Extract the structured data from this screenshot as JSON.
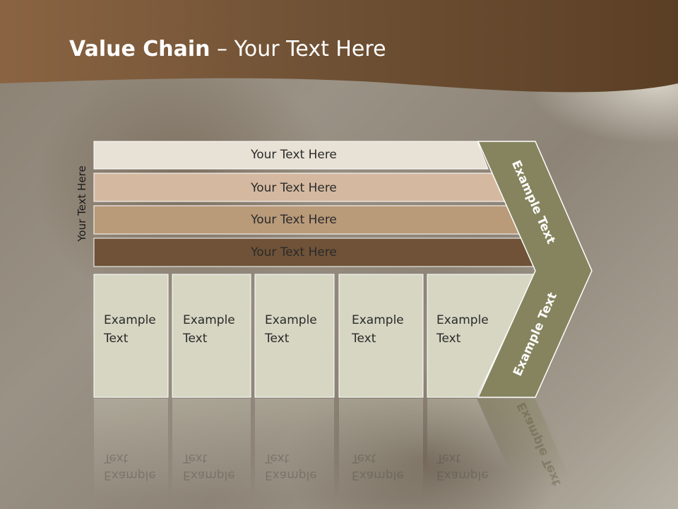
{
  "title": {
    "bold": "Value Chain",
    "rest": " – Your Text Here"
  },
  "side_label": "Your Text Here",
  "rows": [
    {
      "label": "Your Text Here",
      "color": "#e8e1d5"
    },
    {
      "label": "Your Text Here",
      "color": "#d4b9a0"
    },
    {
      "label": "Your Text Here",
      "color": "#b99a79"
    },
    {
      "label": "Your Text Here",
      "color": "#6f5237"
    }
  ],
  "boxes": [
    {
      "line1": "Example",
      "line2": "Text"
    },
    {
      "line1": "Example",
      "line2": "Text"
    },
    {
      "line1": "Example",
      "line2": "Text"
    },
    {
      "line1": "Example",
      "line2": "Text"
    },
    {
      "line1": "Example",
      "line2": "Text"
    }
  ],
  "chevron": {
    "upper_label": "Example Text",
    "lower_label": "Example Text",
    "color": "#86845e"
  },
  "colors": {
    "header_band": "#6a4c2f",
    "box_fill": "#d6d6c3"
  }
}
